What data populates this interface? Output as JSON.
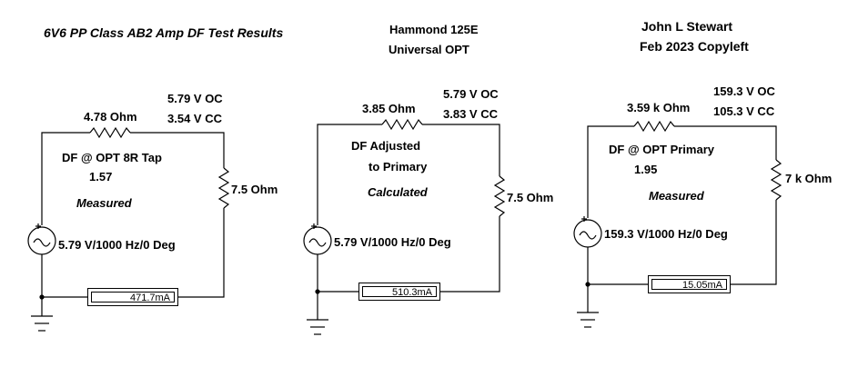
{
  "header": {
    "title": "6V6 PP Class AB2 Amp DF Test Results",
    "transformer_line1": "Hammond 125E",
    "transformer_line2": "Universal OPT",
    "author": "John L Stewart",
    "date": "Feb 2023 Copyleft"
  },
  "circuits": [
    {
      "source_resistance": "4.78  Ohm",
      "voltage_oc": "5.79 V OC",
      "voltage_cc": "3.54 V CC",
      "df_label": "DF @ OPT 8R Tap",
      "df_value": "1.57",
      "method": "Measured",
      "load": "7.5  Ohm",
      "source": "5.79 V/1000 Hz/0 Deg",
      "meter": "471.7mA"
    },
    {
      "source_resistance": "3.85  Ohm",
      "voltage_oc": "5.79 V OC",
      "voltage_cc": "3.83 V CC",
      "df_label": "DF Adjusted",
      "df_label2": "to Primary",
      "method": "Calculated",
      "load": "7.5  Ohm",
      "source": "5.79 V/1000 Hz/0 Deg",
      "meter": "510.3mA"
    },
    {
      "source_resistance": "3.59 k Ohm",
      "voltage_oc": "159.3 V OC",
      "voltage_cc": "105.3 V CC",
      "df_label": "DF @ OPT Primary",
      "df_value": "1.95",
      "method": "Measured",
      "load": "7 k Ohm",
      "source": "159.3 V/1000 Hz/0 Deg",
      "meter": "15.05mA"
    }
  ]
}
